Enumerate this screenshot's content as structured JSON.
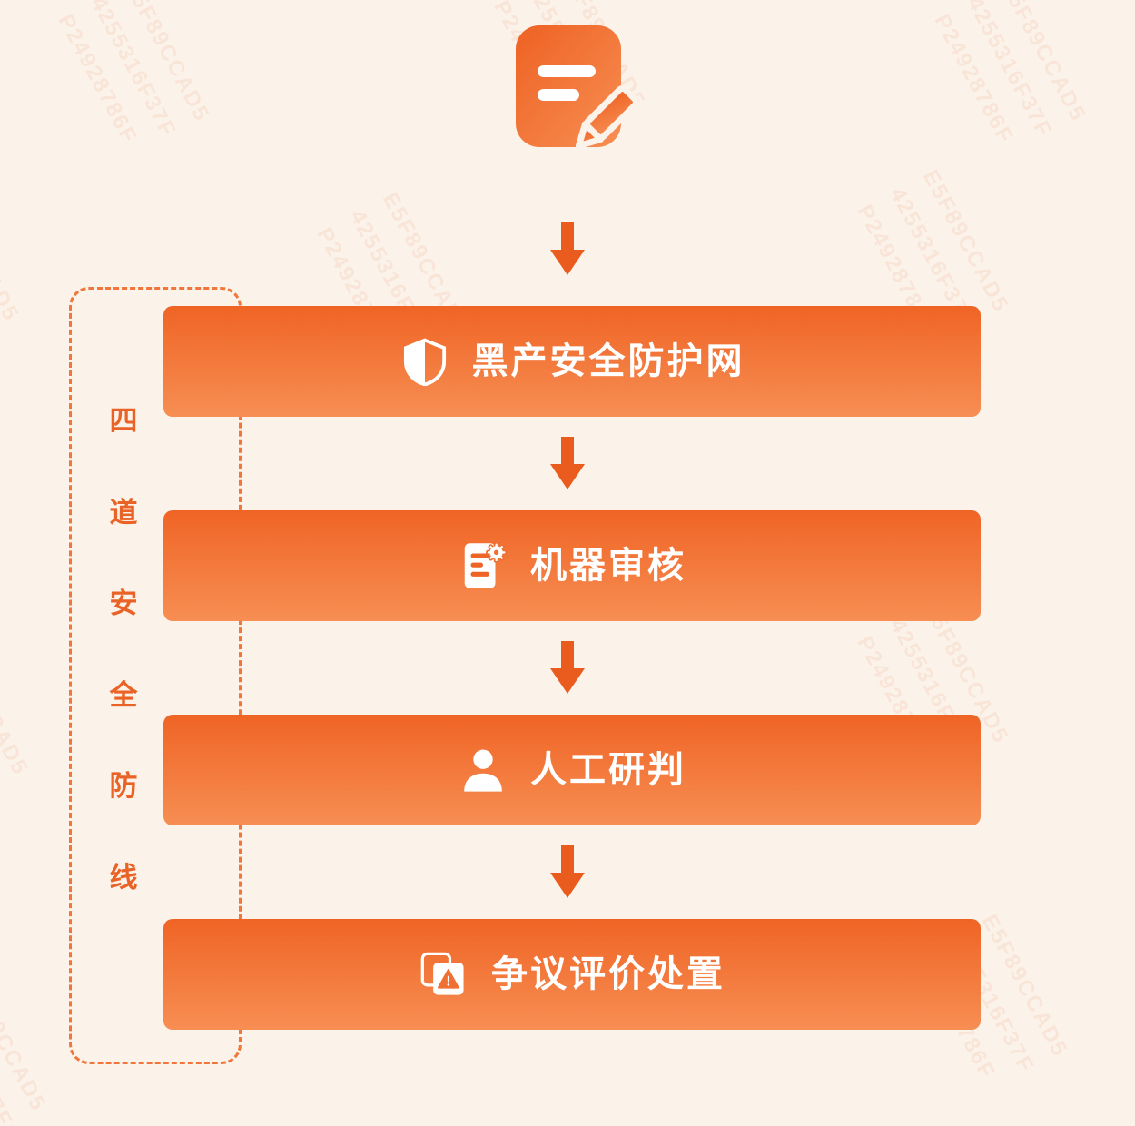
{
  "page": {
    "background": "#FBF2EA",
    "accent_dark": "#EA5B1E",
    "accent_light": "#F78E53",
    "dashed_border": "#F0763B"
  },
  "watermark": {
    "text": "E5F89CCAD5\n4255316F37F\nP24928786F"
  },
  "icons": {
    "header": "note-edit-icon",
    "step_1": "shield-icon",
    "step_2": "document-gear-icon",
    "step_3": "person-icon",
    "step_4": "warning-cards-icon",
    "connector": "down-arrow-icon"
  },
  "side_label": {
    "text": "四道安全防线",
    "chars": [
      "四",
      "道",
      "安",
      "全",
      "防",
      "线"
    ]
  },
  "steps": [
    {
      "label": "黑产安全防护网"
    },
    {
      "label": "机器审核"
    },
    {
      "label": "人工研判"
    },
    {
      "label": "争议评价处置"
    }
  ]
}
